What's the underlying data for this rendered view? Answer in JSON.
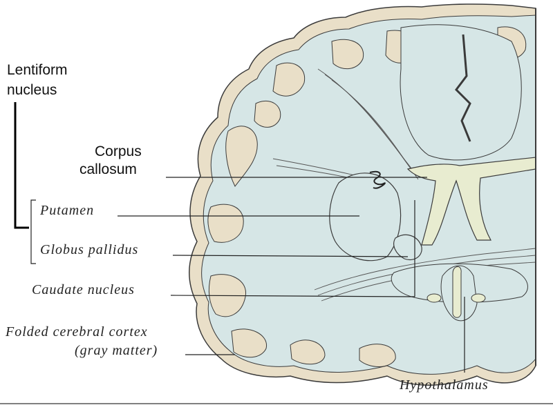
{
  "labels": {
    "lentiform_line1": "Lentiform",
    "lentiform_line2": "nucleus",
    "corpus_line1": "Corpus",
    "corpus_line2": "callosum",
    "putamen": "Putamen",
    "globus_pallidus": "Globus pallidus",
    "caudate_nucleus": "Caudate nucleus",
    "cortex_line1": "Folded cerebral cortex",
    "cortex_line2": "(gray matter)",
    "hypothalamus": "Hypothalamus"
  },
  "colors": {
    "white_matter": "#d6e6e6",
    "gray_matter": "#e9dfc8",
    "ventricle": "#e8ecd0",
    "outline": "#3a3a3a"
  }
}
